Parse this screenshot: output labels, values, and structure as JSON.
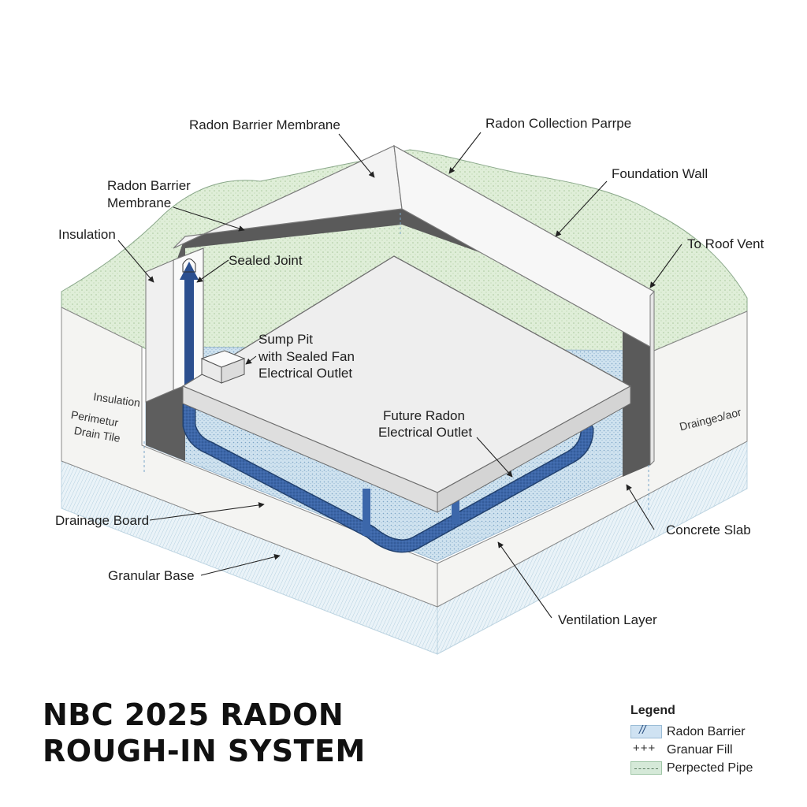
{
  "title": {
    "line1": "NBC 2025 RADON",
    "line2": "ROUGH-IN SYSTEM"
  },
  "labels": {
    "radon_barrier_membrane_top": "Radon Barrier Membrane",
    "radon_collection_pipe": "Radon Collection Parrpe",
    "radon_barrier_membrane_left_1": "Radon Barrier",
    "radon_barrier_membrane_left_2": "Membrane",
    "foundation_wall": "Foundation Wall",
    "insulation_top": "Insulation",
    "sealed_joint": "Sealed Joint",
    "to_roof_vent": "To Roof Vent",
    "sump_pit_1": "Sump Pit",
    "sump_pit_2": "with Sealed Fan",
    "sump_pit_3": "Electrical Outlet",
    "insulation_side": "Insulation",
    "perimeter_drain_1": "Perimetur",
    "perimeter_drain_2": "Drain Tile",
    "drainage_side": "Draingeɔ/aor",
    "future_radon_1": "Future Radon",
    "future_radon_2": "Electrical Outlet",
    "drainage_board": "Drainage Board",
    "concrete_slab": "Concrete Slab",
    "granular_base": "Granular Base",
    "ventilation_layer": "Ventilation Layer"
  },
  "legend": {
    "title": "Legend",
    "items": [
      {
        "label": "Radon Barrier",
        "icon": "hatch-swatch"
      },
      {
        "label": "Granuar Fill",
        "icon": "plus-swatch"
      },
      {
        "label": "Perpected Pipe",
        "icon": "dotted-swatch"
      }
    ]
  },
  "colors": {
    "soil": "#dcebd4",
    "pipe": "#3b66a8",
    "gravel": "#cfe2ef",
    "wall": "#f2f2f2",
    "dark_wall": "#5a5a5a",
    "slab": "#ececec"
  }
}
